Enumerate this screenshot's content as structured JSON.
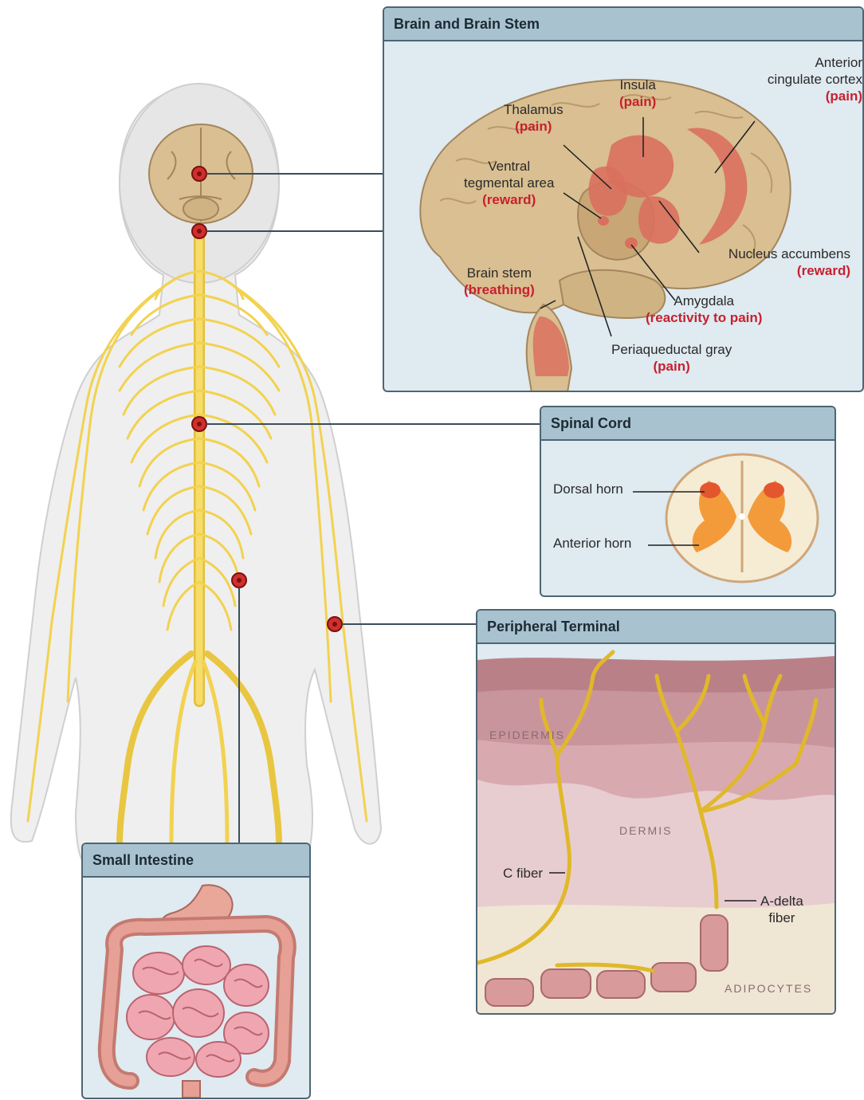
{
  "panels": {
    "brain": {
      "title": "Brain and Brain Stem"
    },
    "spinal": {
      "title": "Spinal Cord"
    },
    "peripheral": {
      "title": "Peripheral Terminal"
    },
    "intestine": {
      "title": "Small Intestine"
    }
  },
  "brain_labels": {
    "insula": {
      "name": "Insula",
      "role": "(pain)"
    },
    "acc": {
      "name_1": "Anterior",
      "name_2": "cingulate cortex",
      "role": "(pain)"
    },
    "thalamus": {
      "name": "Thalamus",
      "role": "(pain)"
    },
    "vta": {
      "name_1": "Ventral",
      "name_2": "tegmental area",
      "role": "(reward)"
    },
    "nucleus": {
      "name": "Nucleus accumbens",
      "role": "(reward)"
    },
    "brainstem": {
      "name": "Brain stem",
      "role": "(breathing)"
    },
    "amygdala": {
      "name": "Amygdala",
      "role": "(reactivity to pain)"
    },
    "pag": {
      "name": "Periaqueductal gray",
      "role": "(pain)"
    }
  },
  "spinal_labels": {
    "dorsal": "Dorsal horn",
    "anterior": "Anterior horn"
  },
  "peripheral_labels": {
    "epidermis": "EPIDERMIS",
    "dermis": "DERMIS",
    "adipocytes": "ADIPOCYTES",
    "c_fiber": "C fiber",
    "a_delta_1": "A-delta",
    "a_delta_2": "fiber"
  },
  "colors": {
    "nerve": "#f2d250",
    "highlight": "#c8202e",
    "header": "#a9c2d0",
    "panel_bg": "#dfeaf1",
    "brain": "#d7b98f",
    "brain_region": "#d9705e"
  }
}
